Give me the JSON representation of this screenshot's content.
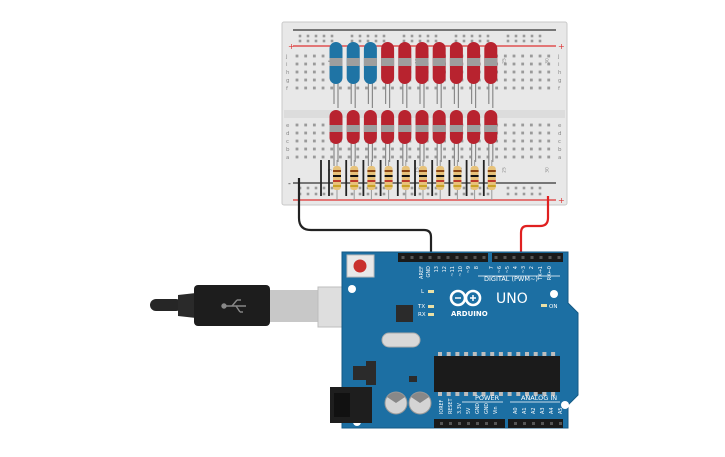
{
  "breadboard": {
    "row_letters_top": [
      "j",
      "i",
      "h",
      "g",
      "f"
    ],
    "row_letters_bottom": [
      "e",
      "d",
      "c",
      "b",
      "a"
    ],
    "column_numbers": [
      "5",
      "10",
      "15",
      "20",
      "25",
      "30"
    ],
    "plus_sign": "+",
    "minus_sign": "-",
    "led_pairs": [
      {
        "top": "blue",
        "bottom": "red"
      },
      {
        "top": "blue",
        "bottom": "red"
      },
      {
        "top": "blue",
        "bottom": "red"
      },
      {
        "top": "red",
        "bottom": "red"
      },
      {
        "top": "red",
        "bottom": "red"
      },
      {
        "top": "red",
        "bottom": "red"
      },
      {
        "top": "red",
        "bottom": "red"
      },
      {
        "top": "red",
        "bottom": "red"
      },
      {
        "top": "red",
        "bottom": "red"
      },
      {
        "top": "red",
        "bottom": "red"
      }
    ]
  },
  "arduino": {
    "brand": "ARDUINO",
    "model": "UNO",
    "header_digital": "DIGITAL (PWM~)",
    "header_power": "POWER",
    "header_analog": "ANALOG IN",
    "digital_pins": [
      "AREF",
      "GND",
      "13",
      "12",
      "~11",
      "~10",
      "~9",
      "8",
      "7",
      "~6",
      "~5",
      "4",
      "~3",
      "2",
      "TX→1",
      "RX←0"
    ],
    "power_pins": [
      "IOREF",
      "RESET",
      "3.3V",
      "5V",
      "GND",
      "GND",
      "Vin"
    ],
    "analog_pins": [
      "A0",
      "A1",
      "A2",
      "A3",
      "A4",
      "A5"
    ],
    "led_labels": [
      "L",
      "TX",
      "RX"
    ],
    "on_label": "ON"
  },
  "colors": {
    "board_blue": "#1c6fa3",
    "board_dark": "#155a86",
    "led_red": "#b8232f",
    "led_blue": "#1f74a5",
    "wire_red": "#e02020",
    "wire_black": "#222222",
    "breadboard_bg": "#ececec"
  }
}
